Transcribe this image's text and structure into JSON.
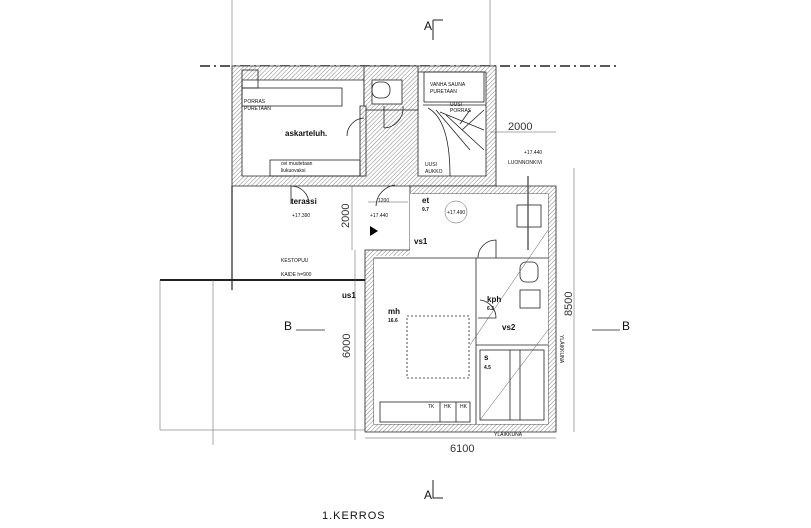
{
  "title": "1.KERROS",
  "section_marks": {
    "a_top": "A",
    "a_bottom": "A",
    "b_left": "B",
    "b_right": "B"
  },
  "dimensions": {
    "top_right": "2000",
    "terrace_depth": "2000",
    "right_height": "8500",
    "left_height": "6000",
    "bottom_width": "6100"
  },
  "rooms": {
    "askarteluh": "askarteluh.",
    "terassi": "terassi",
    "et_name": "et",
    "et_area": "9.7",
    "mh_name": "mh",
    "mh_area": "16.6",
    "kph_name": "kph",
    "kph_area": "6.2",
    "s_name": "s",
    "s_area": "4.5"
  },
  "notes": {
    "porras_puretaan_1": "PORRAS",
    "porras_puretaan_2": "PURETAAN",
    "vanha_sauna_1": "VANHA SAUNA",
    "vanha_sauna_2": "PURETAAN",
    "uusi_porras_1": "UUSI",
    "uusi_porras_2": "PORRAS",
    "uusi_aukko_1": "UUSI",
    "uusi_aukko_2": "AUKKO",
    "ovi_1": "ovi muutetaan",
    "ovi_2": "liukuovaksi",
    "kestopuu": "KESTOPUU",
    "kaide": "KAIDE h=900",
    "luonnonkivi": "LUONNONKIVI",
    "ylaikkuna_bottom": "YLÄIKKUNA",
    "ylaikkuna_right": "YLÄIKKUNA",
    "dim_1200": "1200",
    "vs1": "vs1",
    "vs2": "vs2",
    "us1": "us1",
    "tk": "TK",
    "hk1": "HK",
    "hk2": "HK"
  },
  "levels": {
    "terassi": "+17.390",
    "entry": "+17.440",
    "et": "+17.490",
    "luonnonkivi": "+17.440"
  }
}
